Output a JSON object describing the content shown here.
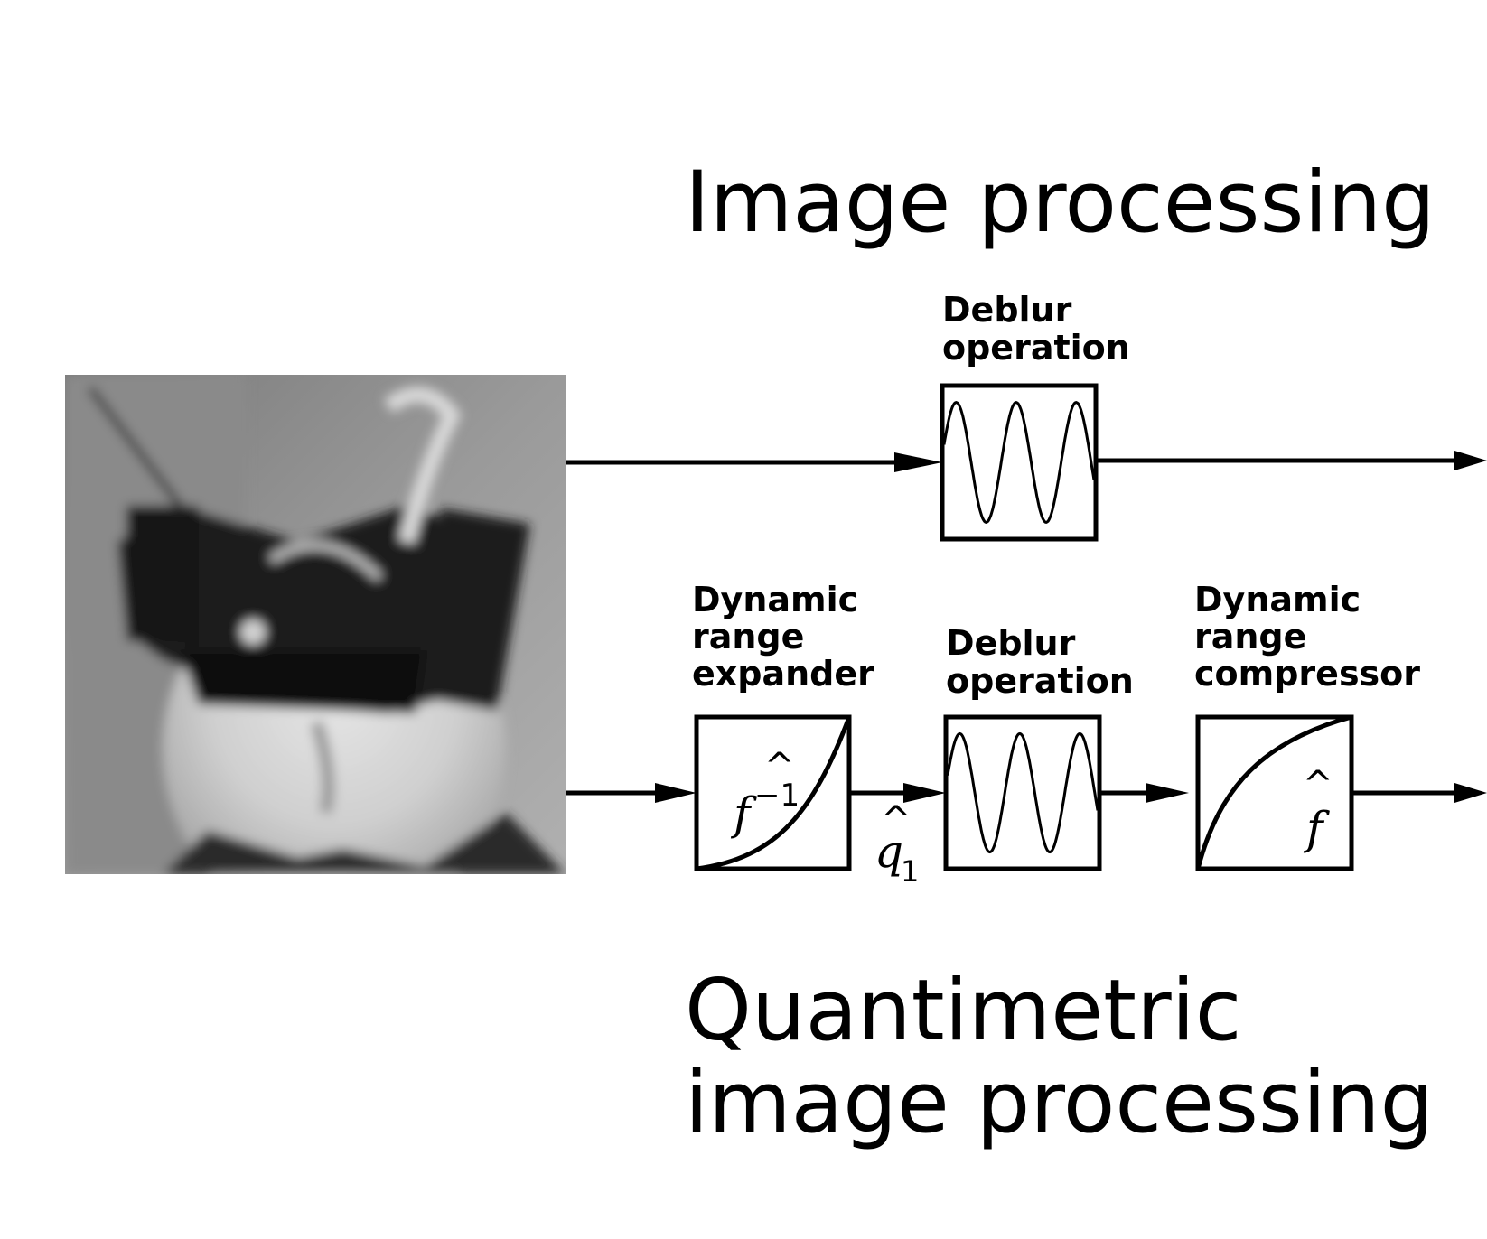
{
  "titles": {
    "top": "Image processing",
    "bottom_line1": "Quantimetric",
    "bottom_line2": "image processing"
  },
  "top_path": {
    "deblur": {
      "line1": "Deblur",
      "line2": "operation"
    }
  },
  "bottom_path": {
    "expander": {
      "line1": "Dynamic",
      "line2": "range",
      "line3": "expander",
      "symbol": "f",
      "superscript": "−1",
      "hat": "^"
    },
    "signal": {
      "symbol": "q",
      "subscript": "1",
      "hat": "^"
    },
    "deblur": {
      "line1": "Deblur",
      "line2": "operation"
    },
    "compressor": {
      "line1": "Dynamic",
      "line2": "range",
      "line3": "compressor",
      "symbol": "f",
      "hat": "^"
    }
  }
}
